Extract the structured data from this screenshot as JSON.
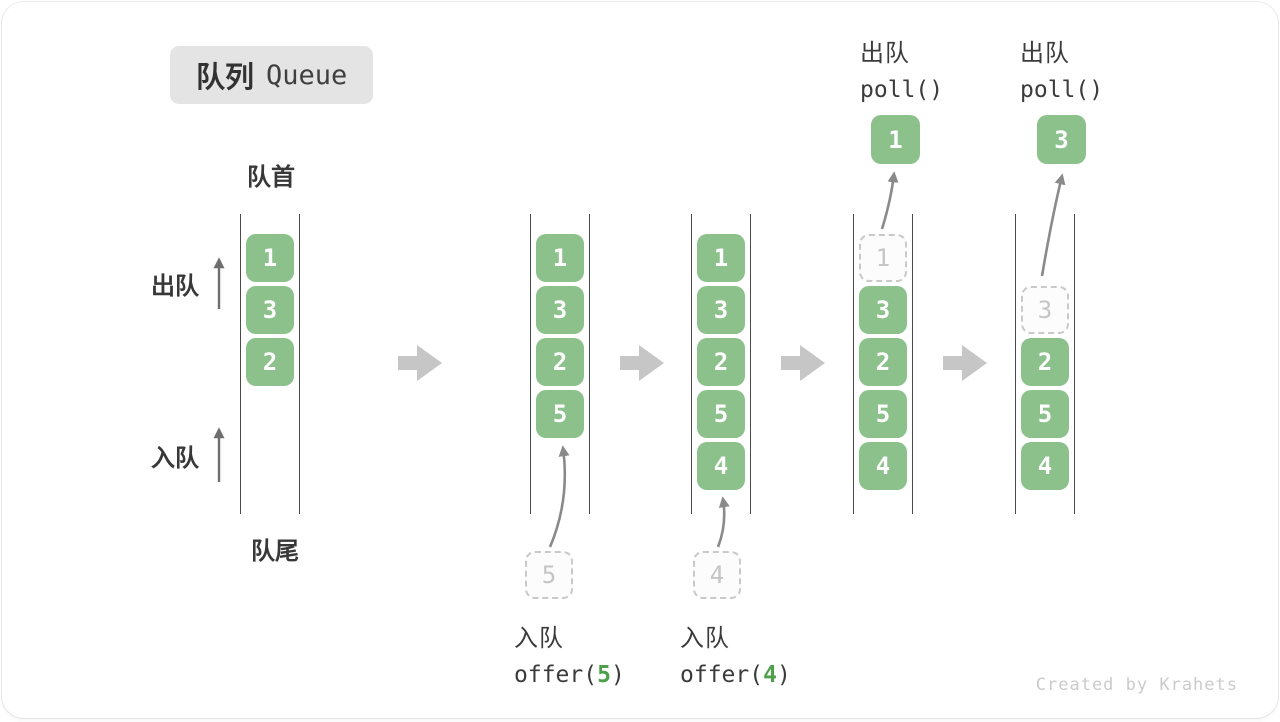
{
  "title": {
    "zh": "队列",
    "en": "Queue"
  },
  "labels": {
    "front": "队首",
    "rear": "队尾",
    "dequeue": "出队",
    "enqueue": "入队"
  },
  "colors": {
    "block_green": "#8CC18C",
    "code_green": "#4CA04C",
    "wall_gray": "#4a4a4a",
    "block_arrow_gray": "#c6c6c6",
    "thin_arrow_gray": "#8a8a8a"
  },
  "queues": [
    {
      "cells": [
        {
          "v": "1"
        },
        {
          "v": "3"
        },
        {
          "v": "2"
        }
      ]
    },
    {
      "cells": [
        {
          "v": "1"
        },
        {
          "v": "3"
        },
        {
          "v": "2"
        },
        {
          "v": "5"
        }
      ],
      "pending": "5",
      "op": {
        "zh": "入队",
        "fn": "offer(",
        "arg": "5",
        "close": ")"
      }
    },
    {
      "cells": [
        {
          "v": "1"
        },
        {
          "v": "3"
        },
        {
          "v": "2"
        },
        {
          "v": "5"
        },
        {
          "v": "4"
        }
      ],
      "pending": "4",
      "op": {
        "zh": "入队",
        "fn": "offer(",
        "arg": "4",
        "close": ")"
      }
    },
    {
      "cells": [
        {
          "v": "1",
          "ghost": true
        },
        {
          "v": "3"
        },
        {
          "v": "2"
        },
        {
          "v": "5"
        },
        {
          "v": "4"
        }
      ],
      "popped": "1",
      "op": {
        "zh": "出队",
        "code": "poll()"
      }
    },
    {
      "cells": [
        {
          "v": "3",
          "ghost": true
        },
        {
          "v": "2"
        },
        {
          "v": "5"
        },
        {
          "v": "4"
        }
      ],
      "popped": "3",
      "op": {
        "zh": "出队",
        "code": "poll()"
      }
    }
  ],
  "watermark": "Created by Krahets"
}
